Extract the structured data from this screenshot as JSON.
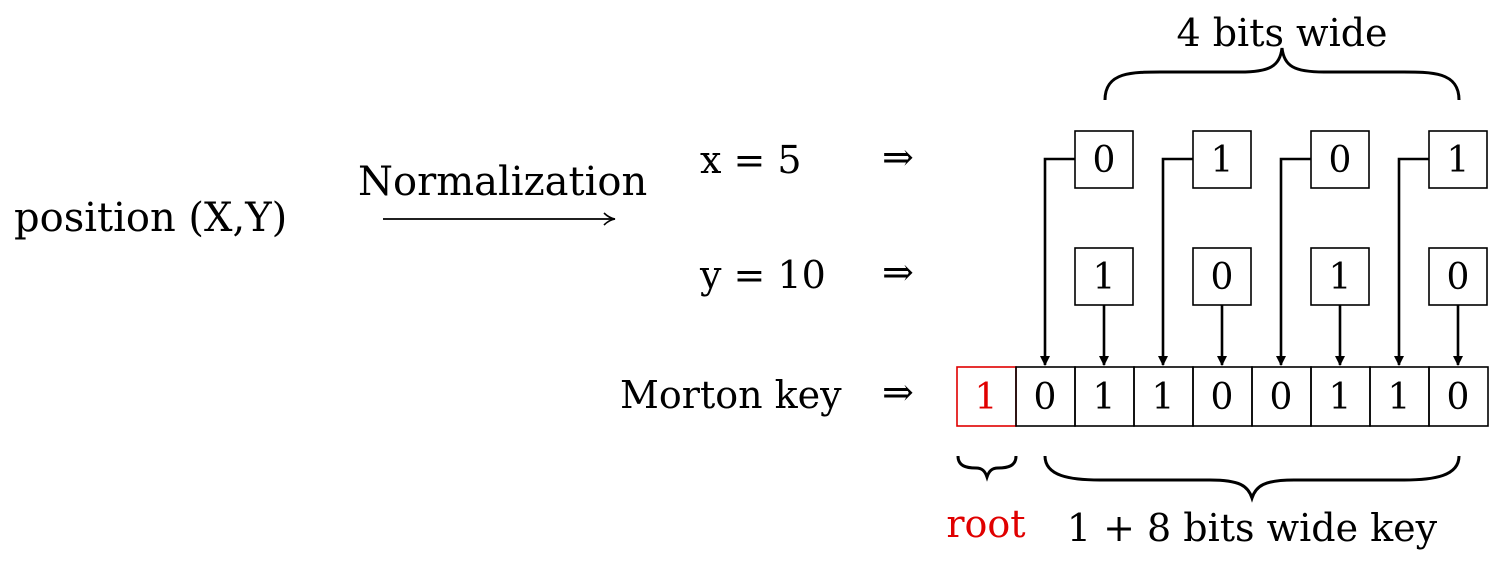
{
  "labels": {
    "position": "position (X,Y)",
    "normalization": "Normalization",
    "x_eq": "x = 5",
    "y_eq": "y = 10",
    "morton": "Morton key",
    "implies": "⇒",
    "top_brace": "4 bits wide",
    "root": "root",
    "key_width": "1 + 8 bits wide key"
  },
  "x_bits": [
    "0",
    "1",
    "0",
    "1"
  ],
  "y_bits": [
    "1",
    "0",
    "1",
    "0"
  ],
  "root_bit": "1",
  "morton_bits": [
    "0",
    "1",
    "1",
    "0",
    "0",
    "1",
    "1",
    "0"
  ],
  "colors": {
    "root": "#e00000",
    "stroke": "#000000"
  }
}
